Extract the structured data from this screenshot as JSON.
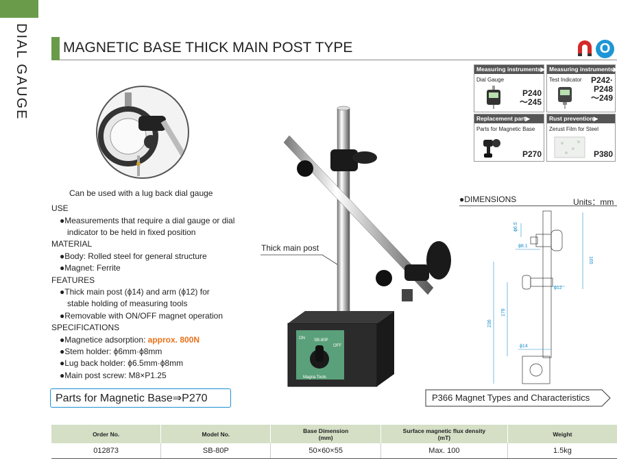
{
  "section": {
    "vertical_label": "DIAL GAUGE"
  },
  "title": "MAGNETIC BASE THICK MAIN POST TYPE",
  "badges": {
    "on_label": "O"
  },
  "references": [
    {
      "header": "Measuring instruments▶",
      "description": "Dial Gauge",
      "pages": [
        "P240",
        "～245"
      ]
    },
    {
      "header": "Measuring instruments▶",
      "description": "Test Indicator",
      "pages": [
        "P242·",
        "P248",
        "～249"
      ]
    },
    {
      "header": "Replacement part▶",
      "description": "Parts for Magnetic Base",
      "pages": [
        "P270"
      ]
    },
    {
      "header": "Rust prevention▶",
      "description": "Zerust Film for Steel",
      "pages": [
        "P380"
      ]
    }
  ],
  "detail_caption": "Can be used with a lug back dial gauge",
  "specs": {
    "use_heading": "USE",
    "use_line1": "●Measurements that require a dial gauge or dial",
    "use_line2": "indicator to be held in fixed position",
    "material_heading": "MATERIAL",
    "material_body": "●Body: Rolled steel for general structure",
    "material_magnet": "●Magnet: Ferrite",
    "features_heading": "FEATURES",
    "features_line1": "●Thick main post (ϕ14) and arm (ϕ12) for",
    "features_line2": "stable holding of measuring tools",
    "features_line3": "●Removable with ON/OFF magnet operation",
    "specifications_heading": "SPECIFICATIONS",
    "adsorption_label": "●Magnetice adsorption: ",
    "adsorption_value": "approx. 800N",
    "stem_holder": "●Stem holder: ϕ6mm·ϕ8mm",
    "lug_holder": "●Lug back holder: ϕ6.5mm·ϕ8mm",
    "post_screw": "●Main post screw: M8×P1.25"
  },
  "parts_link": "Parts for Magnetic Base⇒P270",
  "callout": "Thick main post",
  "base_labels": {
    "model": "SB-80P",
    "on": "ON",
    "off": "OFF",
    "brand": "Magna Tools"
  },
  "dimensions": {
    "title": "●DIMENSIONS",
    "units": "Units：mm",
    "labels": {
      "phi65": "ϕ6.5",
      "phi81": "ϕ8.1",
      "h165": "165",
      "phi12": "ϕ12",
      "h178": "178",
      "h236": "236",
      "phi14": "ϕ14"
    }
  },
  "magnet_types_link": "P366 Magnet Types and Characteristics",
  "table": {
    "headers": [
      "Order No.",
      "Model No.",
      "Base Dimension\n(mm)",
      "Surface magnetic flux density\n(mT)",
      "Weight"
    ],
    "rows": [
      [
        "012873",
        "SB-80P",
        "50×60×55",
        "Max. 100",
        "1.5kg"
      ]
    ]
  },
  "colors": {
    "accent_green": "#6a9b4a",
    "header_bg": "#d4dfc6",
    "link_blue": "#1a8fd0",
    "highlight_orange": "#e8701a",
    "onoff_blue": "#1e96d6",
    "magnet_red": "#d62828"
  }
}
